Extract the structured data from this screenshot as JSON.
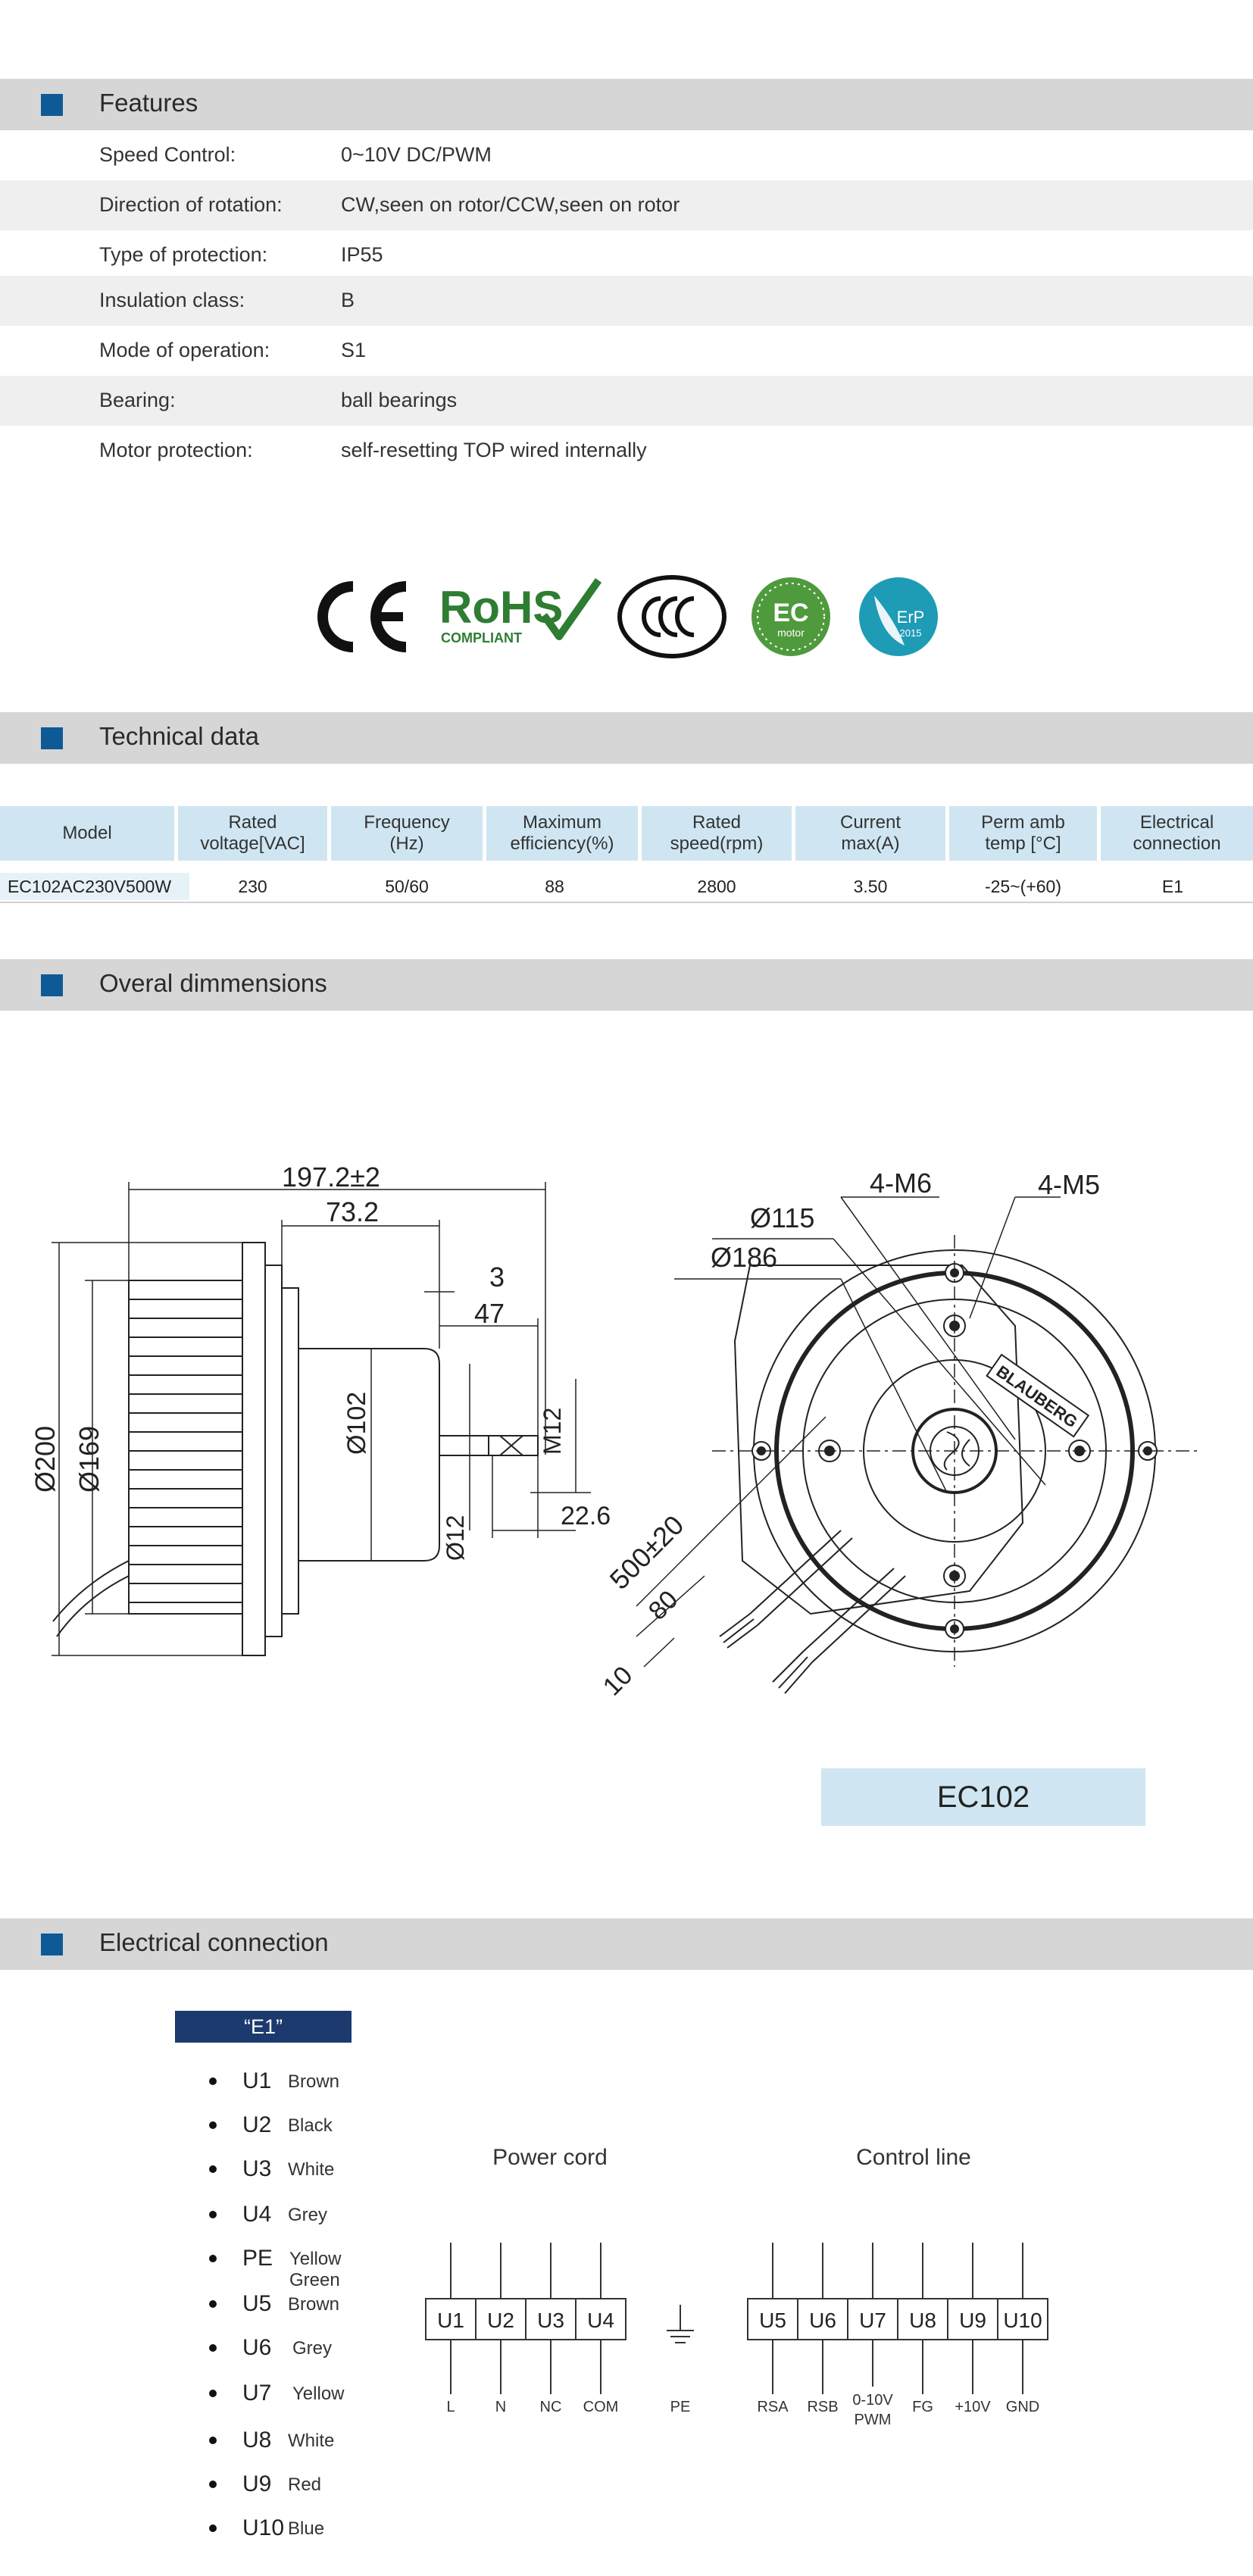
{
  "features": {
    "heading": "Features",
    "rows": [
      {
        "label": "Speed Control:",
        "value": "0~10V DC/PWM"
      },
      {
        "label": "Direction of rotation:",
        "value": "CW,seen on rotor/CCW,seen on rotor"
      },
      {
        "label": "Type of protection:",
        "value": "IP55"
      },
      {
        "label": "Insulation class:",
        "value": "B"
      },
      {
        "label": "Mode of operation:",
        "value": "S1"
      },
      {
        "label": "Bearing:",
        "value": "ball bearings"
      },
      {
        "label": "Motor protection:",
        "value": "self-resetting TOP wired internally"
      }
    ]
  },
  "certifications": [
    {
      "icon": "ce-mark-icon",
      "text": "CE"
    },
    {
      "icon": "rohs-compliant-icon",
      "text": "RoHS",
      "subtext": "COMPLIANT"
    },
    {
      "icon": "ccc-mark-icon",
      "text": "CCC"
    },
    {
      "icon": "ec-motor-icon",
      "text": "EC",
      "subtext": "motor"
    },
    {
      "icon": "erp-2015-icon",
      "text": "ErP",
      "subtext": "2015"
    }
  ],
  "technical": {
    "heading": "Technical data",
    "columns": [
      [
        "Model"
      ],
      [
        "Rated",
        "voltage[VAC]"
      ],
      [
        "Frequency",
        "(Hz)"
      ],
      [
        "Maximum",
        "efficiency(%)"
      ],
      [
        "Rated",
        "speed(rpm)"
      ],
      [
        "Current",
        "max(A)"
      ],
      [
        "Perm amb",
        "temp [°C]"
      ],
      [
        "Electrical",
        "connection"
      ]
    ],
    "row": [
      "EC102AC230V500W",
      "230",
      "50/60",
      "88",
      "2800",
      "3.50",
      "-25~(+60)",
      "E1"
    ]
  },
  "dimensions": {
    "heading": "Overal dimmensions",
    "labels": {
      "total_length": "197.2±2",
      "body_length": "73.2",
      "shaft_step": "3",
      "shaft_length": "47",
      "thread": "M12",
      "hub_dia": "Ø102",
      "shaft_dia": "Ø12",
      "shaft_end": "22.6",
      "outer_dia": "Ø200",
      "inner_dia": "Ø169",
      "pcd_115": "Ø115",
      "pcd_186": "Ø186",
      "holes_m6": "4-M6",
      "holes_m5": "4-M5",
      "cable_length": "500±20",
      "strip_80": "80",
      "strip_10": "10",
      "brand": "BLAUBERG"
    },
    "model_label": "EC102"
  },
  "electrical": {
    "heading": "Electrical  connection",
    "badge": "“E1”",
    "wires": [
      {
        "code": "U1",
        "color": "Brown"
      },
      {
        "code": "U2",
        "color": "Black"
      },
      {
        "code": "U3",
        "color": "White"
      },
      {
        "code": "U4",
        "color": "Grey"
      },
      {
        "code": "PE",
        "color": "Yellow Green"
      },
      {
        "code": "U5",
        "color": "Brown"
      },
      {
        "code": "U6",
        "color": "Grey"
      },
      {
        "code": "U7",
        "color": "Yellow"
      },
      {
        "code": "U8",
        "color": "White"
      },
      {
        "code": "U9",
        "color": "Red"
      },
      {
        "code": "U10",
        "color": "Blue"
      }
    ],
    "power_cord": {
      "title": "Power cord",
      "terminals": [
        "U1",
        "U2",
        "U3",
        "U4"
      ],
      "signals": [
        "L",
        "N",
        "NC",
        "COM"
      ]
    },
    "earth_label": "PE",
    "control_line": {
      "title": "Control line",
      "terminals": [
        "U5",
        "U6",
        "U7",
        "U8",
        "U9",
        "U10"
      ],
      "signals": [
        "RSA",
        "RSB",
        "0-10V",
        "FG",
        "+10V",
        "GND"
      ],
      "signal_sub": "PWM"
    }
  }
}
